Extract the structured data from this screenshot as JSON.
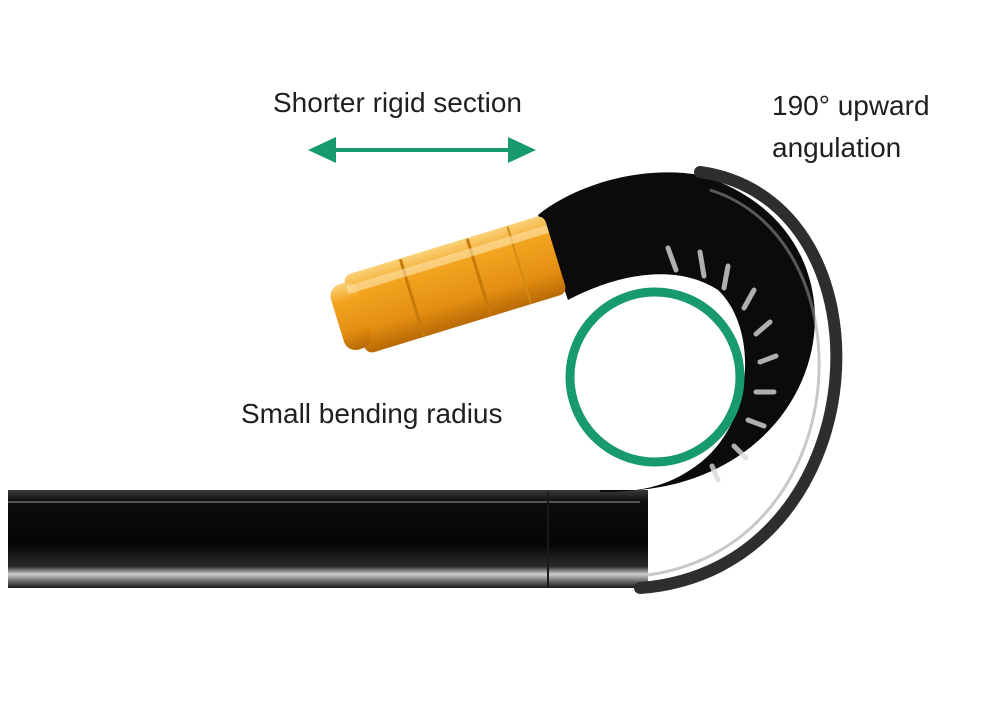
{
  "labels": {
    "rigid_section": "Shorter rigid section",
    "bending_radius": "Small bending radius",
    "angulation_line1": "190° upward",
    "angulation_line2": "angulation"
  },
  "colors": {
    "accent_green": "#179a6c",
    "tip_orange": "#f2a41f",
    "scope_black": "#111111",
    "text": "#1f1f1f"
  },
  "icons": {
    "arrow": "double-headed-arrow-icon",
    "circle": "bending-radius-circle-icon"
  }
}
